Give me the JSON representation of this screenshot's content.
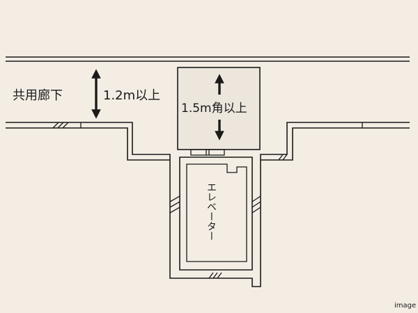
{
  "labels": {
    "corridor": "共用廊下",
    "corridor_width": "1.2m以上",
    "hall_size": "1.5m角以上",
    "elevator": "エレベーター",
    "image_note": "image"
  },
  "colors": {
    "background": "#f3ede4",
    "line": "#1a1a1a",
    "hall_fill": "#ece6dd"
  }
}
